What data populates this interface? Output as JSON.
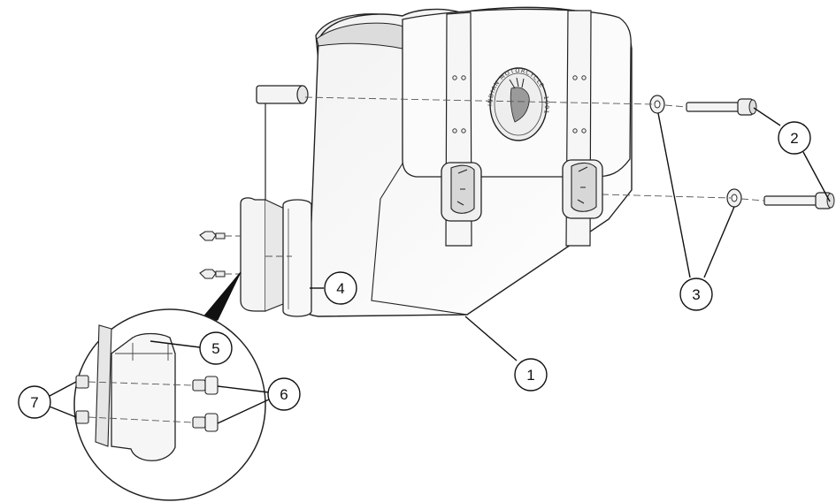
{
  "diagram": {
    "emblem_text": "INDIAN MOTORCYCLE · 1901 ·",
    "callouts": [
      {
        "id": "1",
        "label": "1"
      },
      {
        "id": "2",
        "label": "2"
      },
      {
        "id": "3",
        "label": "3"
      },
      {
        "id": "4",
        "label": "4"
      },
      {
        "id": "5",
        "label": "5"
      },
      {
        "id": "6",
        "label": "6"
      },
      {
        "id": "7",
        "label": "7"
      }
    ]
  }
}
